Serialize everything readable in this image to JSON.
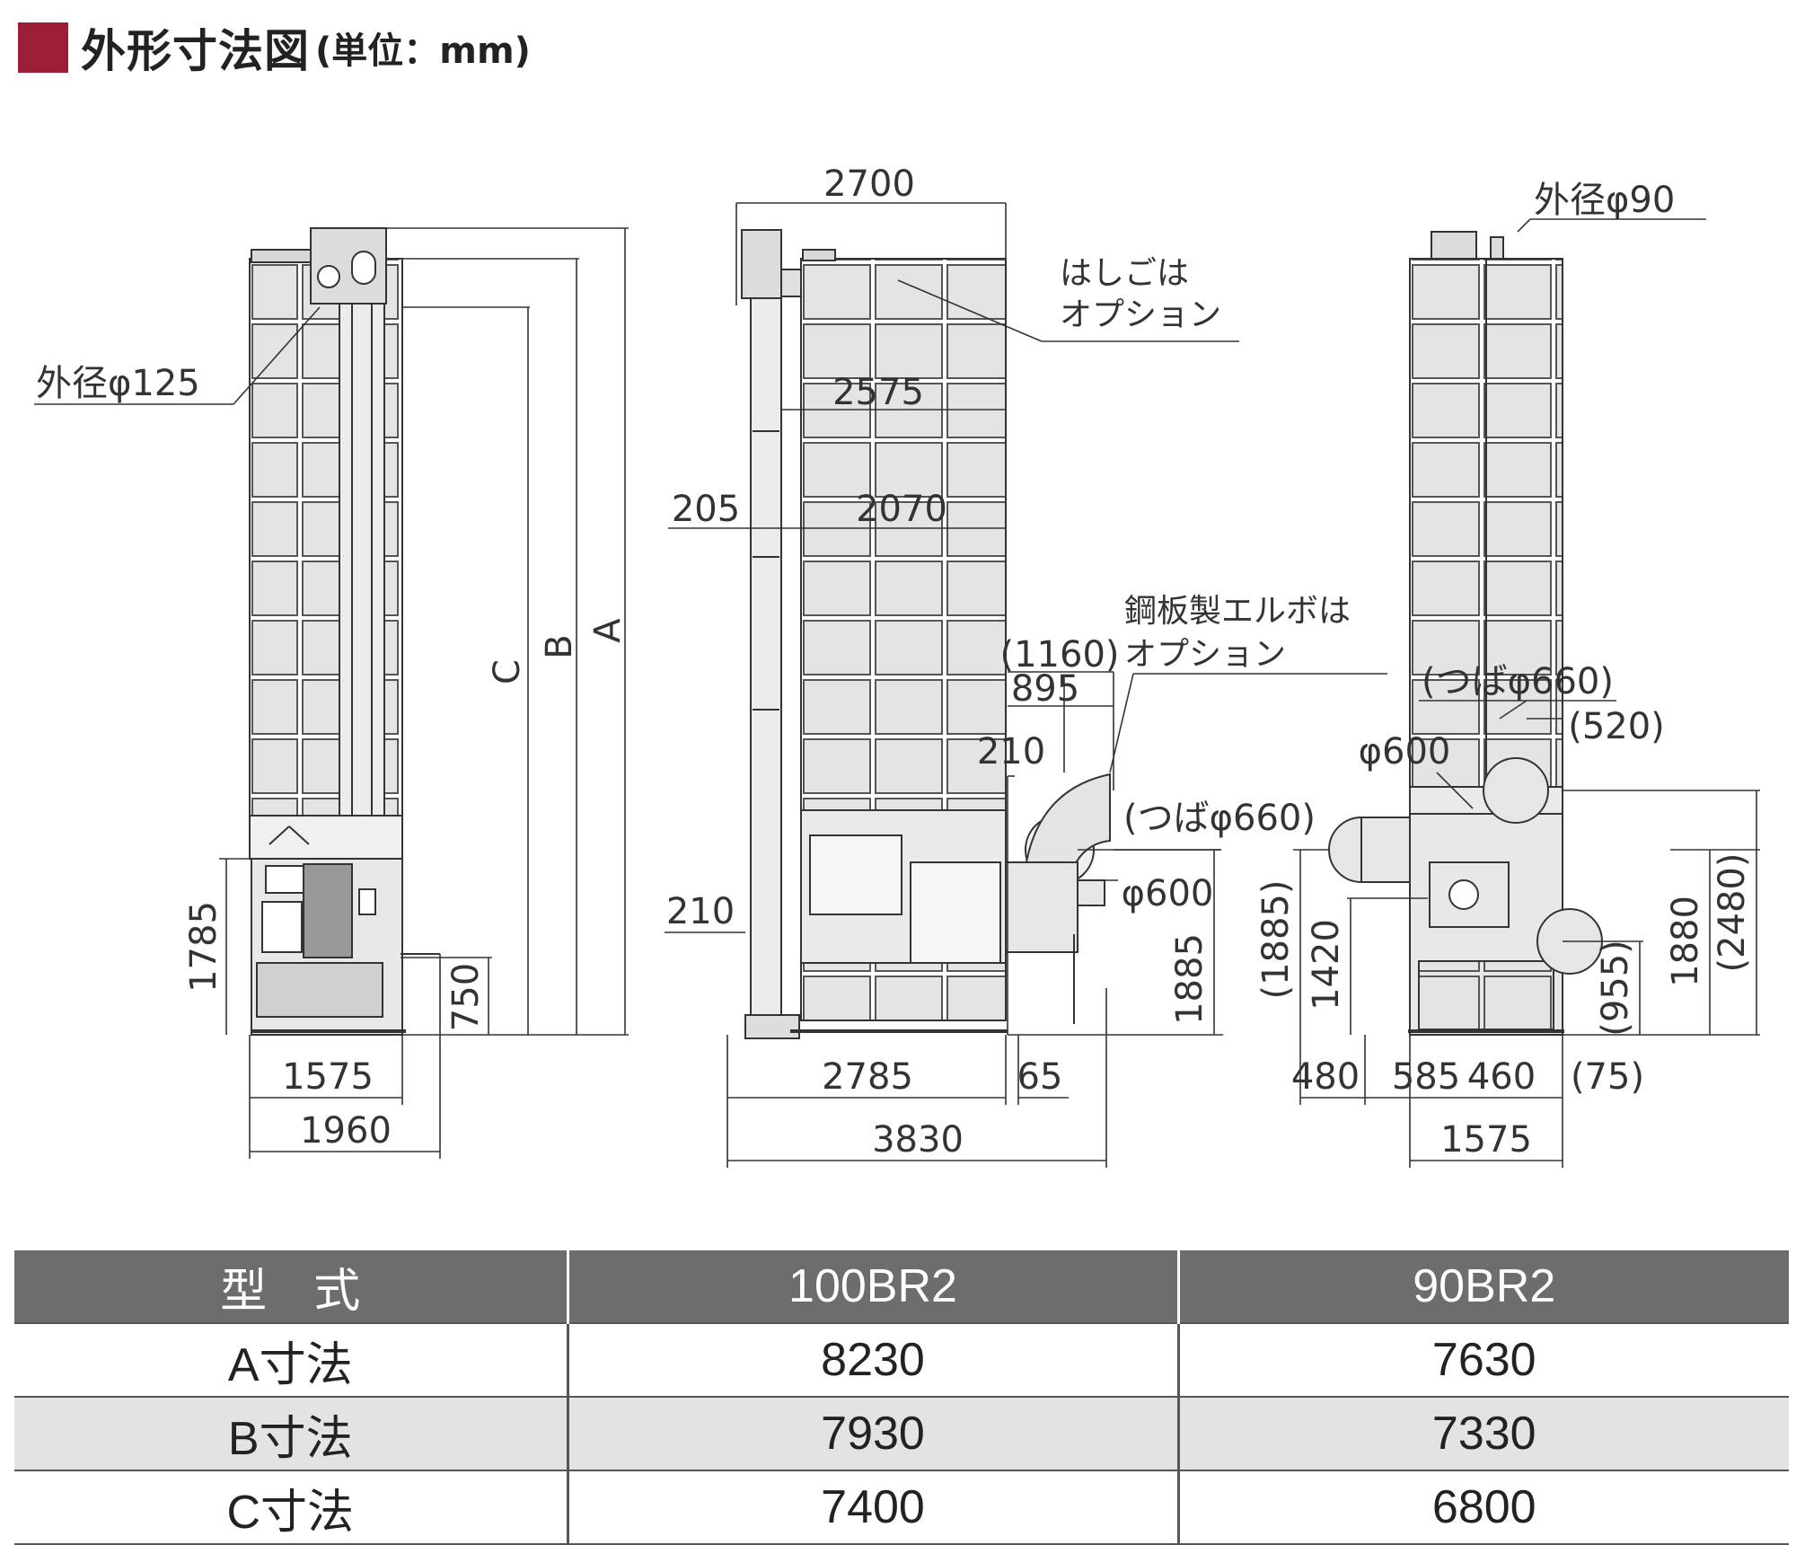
{
  "heading": {
    "title": "外形寸法図",
    "unit": "(単位：mm)",
    "accent_color": "#9c1e35"
  },
  "drawing": {
    "left_view": {
      "dim_1575": "1575",
      "dim_1960": "1960",
      "dim_1785": "1785",
      "dim_750": "750",
      "label_a": "A",
      "label_b": "B",
      "label_c": "C",
      "callout_duct": "外径φ125"
    },
    "middle_view": {
      "dim_2700": "2700",
      "dim_2575": "2575",
      "dim_2070": "2070",
      "dim_205": "205",
      "dim_210_low": "210",
      "dim_1160": "(1160)",
      "dim_895": "895",
      "dim_210_fan": "210",
      "dim_flange_660": "(つばφ660)",
      "dim_phi_600": "φ600",
      "dim_1885": "1885",
      "dim_2785": "2785",
      "dim_65": "65",
      "dim_3830": "3830",
      "note_ladder_1": "はしごは",
      "note_ladder_2": "オプション",
      "note_elbow_1": "鋼板製エルボは",
      "note_elbow_2": "オプション"
    },
    "right_view": {
      "callout_duct": "外径φ90",
      "dim_flange_660": "(つばφ660)",
      "dim_520": "(520)",
      "dim_phi_600": "φ600",
      "dim_1885p": "(1885)",
      "dim_1420": "1420",
      "dim_955p": "(955)",
      "dim_1880": "1880",
      "dim_2480p": "(2480)",
      "dim_480": "480",
      "dim_585": "585",
      "dim_460": "460",
      "dim_75p": "(75)",
      "dim_1575": "1575"
    }
  },
  "table": {
    "header_color": "#6d6d6d",
    "headers": [
      "型　式",
      "100BR2",
      "90BR2"
    ],
    "rows": [
      {
        "label": "A寸法",
        "v1": "8230",
        "v2": "7630"
      },
      {
        "label": "B寸法",
        "v1": "7930",
        "v2": "7330"
      },
      {
        "label": "C寸法",
        "v1": "7400",
        "v2": "6800"
      }
    ]
  }
}
